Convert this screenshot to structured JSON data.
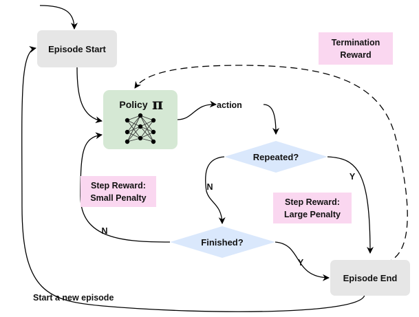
{
  "nodes": {
    "episode_start": "Episode Start",
    "policy": "Policy",
    "policy_symbol": "π",
    "repeated": "Repeated?",
    "finished": "Finished?",
    "episode_end": "Episode End"
  },
  "notes": {
    "termination_reward": [
      "Termination",
      "Reward"
    ],
    "step_small": [
      "Step Reward:",
      "Small Penalty"
    ],
    "step_large": [
      "Step Reward:",
      "Large Penalty"
    ]
  },
  "edge_labels": {
    "action": "action",
    "repeated_yes": "Y",
    "repeated_no": "N",
    "finished_no": "N",
    "finished_yes": "Y",
    "new_episode": "Start a new episode"
  },
  "colors": {
    "start_end_fill": "#e6e6e6",
    "policy_fill": "#d5e8d4",
    "decision_fill": "#dae8fc",
    "note_fill": "#fad7f0",
    "line": "#000000"
  }
}
